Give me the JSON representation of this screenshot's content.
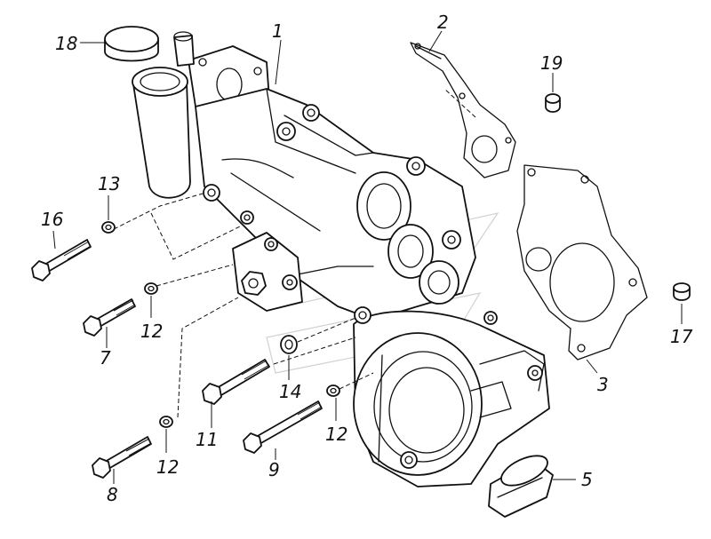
{
  "diagram": {
    "labels": {
      "l1": "1",
      "l2": "2",
      "l3": "3",
      "l5": "5",
      "l7": "7",
      "l8": "8",
      "l9": "9",
      "l11": "11",
      "l12a": "12",
      "l12b": "12",
      "l12c": "12",
      "l13": "13",
      "l14": "14",
      "l16": "16",
      "l17": "17",
      "l18": "18",
      "l19": "19"
    }
  }
}
